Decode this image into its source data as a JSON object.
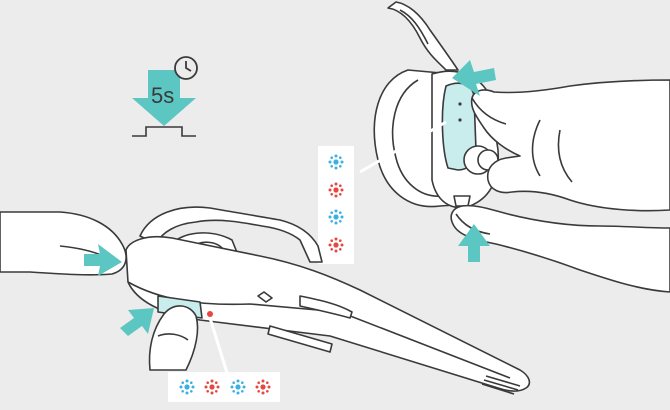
{
  "press_instruction": {
    "duration_label": "5s",
    "icons": [
      "press-down-arrow-icon",
      "clock-icon",
      "button-press-symbol-icon"
    ]
  },
  "led_indicators": {
    "vertical_sequence": [
      "blue",
      "red",
      "blue",
      "red"
    ],
    "horizontal_sequence": [
      "blue",
      "red",
      "blue",
      "red"
    ]
  },
  "colors": {
    "background": "#ececec",
    "arrow": "#5cc7c2",
    "button_highlight": "#c9ecec",
    "led_blue": "#3ab0e3",
    "led_red": "#e8463e",
    "outline": "#3a3a3a"
  }
}
